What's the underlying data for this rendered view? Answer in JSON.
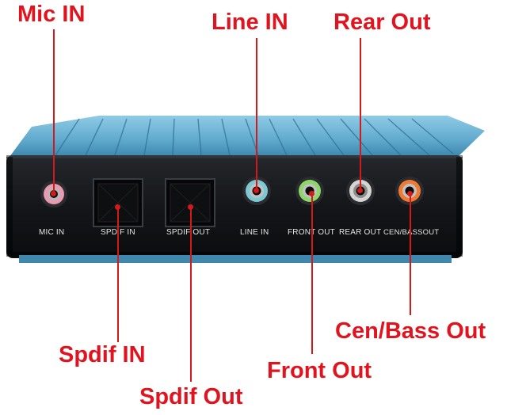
{
  "callouts": {
    "mic_in": "Mic IN",
    "line_in": "Line IN",
    "rear_out": "Rear Out",
    "spdif_in": "Spdif IN",
    "spdif_out": "Spdif Out",
    "front_out": "Front Out",
    "cen_bass_out": "Cen/Bass Out"
  },
  "panel_labels": {
    "mic_in": "MIC IN",
    "spdif_in": "SPDIF IN",
    "spdif_out": "SPDIF OUT",
    "line_in": "LINE IN",
    "front_out": "FRONT OUT",
    "rear_out": "REAR OUT",
    "cen_bass_out": "CEN/BASSOUT"
  },
  "colors": {
    "callout_text": "#e0141f",
    "device_body": "#6fb8d8",
    "front_panel": "#121417",
    "mic_ring": "#e79ab0",
    "line_ring": "#7cc9d6",
    "front_ring": "#8ed66a",
    "rear_ring": "#d4d4d4",
    "cenbass_ring": "#f07a32"
  }
}
